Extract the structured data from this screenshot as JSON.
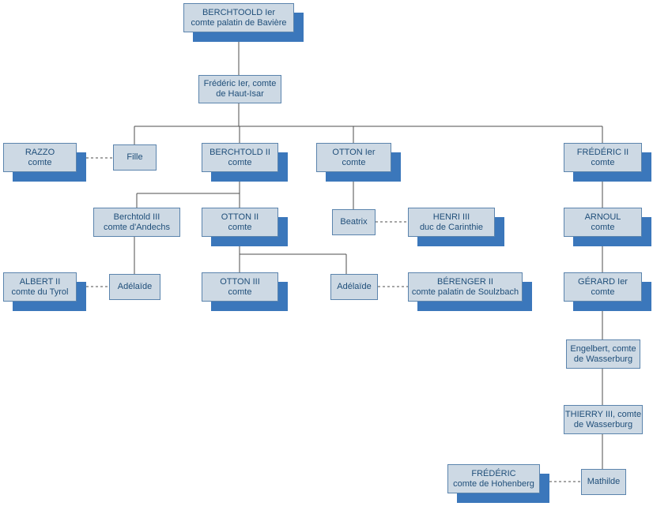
{
  "diagram_type": "family-tree",
  "colors": {
    "fill": "#cdd9e4",
    "border": "#5b84ad",
    "shadow": "#3b77bb",
    "text": "#1f4e79",
    "line": "#4d4d4d"
  },
  "nodes": {
    "berchtoold1": {
      "name": "BERCHTOOLD Ier",
      "title": "comte palatin de Bavière"
    },
    "frederic1": {
      "name": "Frédéric Ier, comte",
      "title": "de Haut-Isar"
    },
    "razzo": {
      "name": "RAZZO",
      "title": "comte"
    },
    "fille": {
      "name": "Fille",
      "title": ""
    },
    "berchtold2": {
      "name": "BERCHTOLD II",
      "title": "comte"
    },
    "otton1": {
      "name": "OTTON Ier",
      "title": "comte"
    },
    "frederic2": {
      "name": "FRÉDÉRIC II",
      "title": "comte"
    },
    "berchtold3": {
      "name": "Berchtold III",
      "title": "comte d'Andechs"
    },
    "otton2": {
      "name": "OTTON II",
      "title": "comte"
    },
    "beatrix": {
      "name": "Beatrix",
      "title": ""
    },
    "henri3": {
      "name": "HENRI III",
      "title": "duc de Carinthie"
    },
    "arnoul": {
      "name": "ARNOUL",
      "title": "comte"
    },
    "albert2": {
      "name": "ALBERT II",
      "title": "comte du Tyrol"
    },
    "adelaide1": {
      "name": "Adélaïde",
      "title": ""
    },
    "otton3": {
      "name": "OTTON III",
      "title": "comte"
    },
    "adelaide2": {
      "name": "Adélaïde",
      "title": ""
    },
    "berenger2": {
      "name": "BÉRENGER II",
      "title": "comte palatin de Soulzbach"
    },
    "gerard1": {
      "name": "GÉRARD Ier",
      "title": "comte"
    },
    "engelbert": {
      "name": "Engelbert, comte",
      "title": "de Wasserburg"
    },
    "thierry3": {
      "name": "THIERRY III, comte",
      "title": "de Wasserburg"
    },
    "frederic_h": {
      "name": "FRÉDÉRIC",
      "title": "comte de Hohenberg"
    },
    "mathilde": {
      "name": "Mathilde",
      "title": ""
    }
  }
}
